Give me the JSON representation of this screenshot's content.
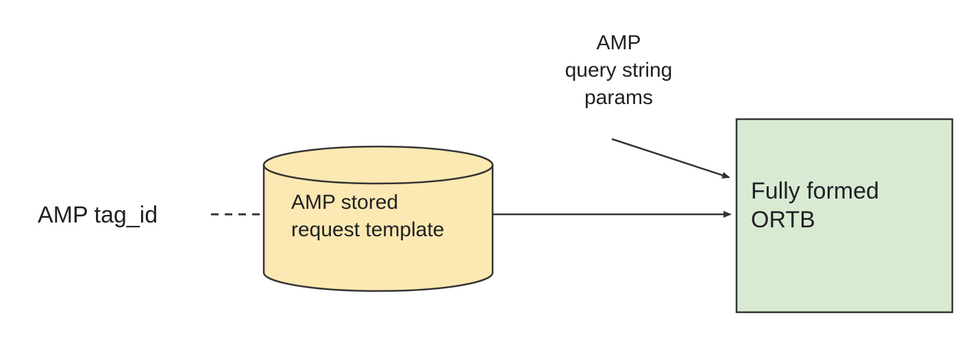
{
  "diagram": {
    "left_label": "AMP tag_id",
    "cylinder": {
      "label_line1": "AMP stored",
      "label_line2": "request template",
      "fill": "#fce8b2",
      "stroke": "#333333"
    },
    "ortb_box": {
      "label_line1": "Fully formed",
      "label_line2": "ORTB",
      "fill": "#d9ead3",
      "stroke": "#333333"
    },
    "top_label": {
      "line1": "AMP",
      "line2": "query string",
      "line3": "params"
    },
    "connector_color": "#333333"
  }
}
